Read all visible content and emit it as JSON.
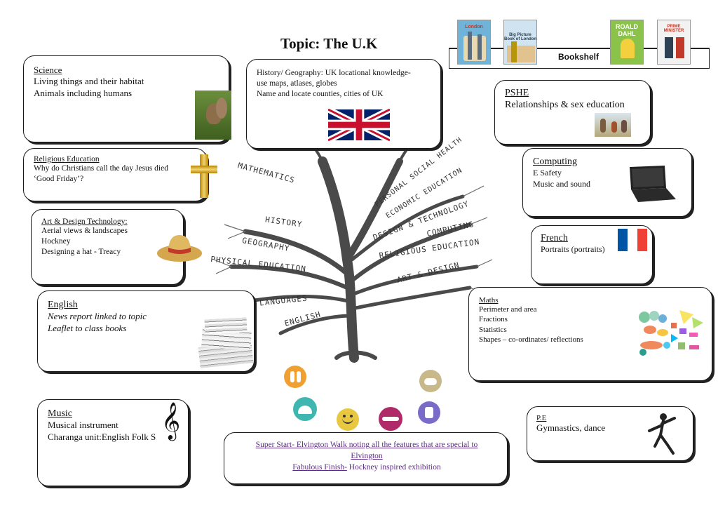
{
  "title": "Topic: The U.K",
  "bookshelf": {
    "label": "Bookshelf",
    "books": [
      {
        "text": "London",
        "color": "#6fb3d9"
      },
      {
        "text": "Big Picture Book of London",
        "color": "#9ec8e0"
      },
      {
        "text": "ROALD DAHL",
        "color": "#8bc34a"
      },
      {
        "text": "PRIME MINISTER",
        "color": "#f2f2f2"
      }
    ]
  },
  "science": {
    "heading": "Science",
    "lines": [
      "Living things and their habitat",
      "Animals including humans"
    ]
  },
  "history": {
    "lines": [
      "History/ Geography: UK locational knowledge-",
      "use maps, atlases, globes",
      "Name and locate counties, cities of UK"
    ]
  },
  "pshe": {
    "heading": "PSHE",
    "lines": [
      "Relationships & sex education"
    ]
  },
  "re": {
    "heading": "Religious Education",
    "lines": [
      "Why do Christians call the day Jesus died",
      "‘Good Friday’?"
    ]
  },
  "computing": {
    "heading": "Computing",
    "lines": [
      "E Safety",
      "Music and sound"
    ]
  },
  "art": {
    "heading": "Art & Design Technology:",
    "lines": [
      "Aerial views & landscapes",
      "Hockney",
      "Designing a hat - Treacy"
    ]
  },
  "french": {
    "heading": "French",
    "lines": [
      "Portraits (portraits)"
    ]
  },
  "english": {
    "heading": "English",
    "lines": [
      "News report linked to topic",
      "Leaflet to class books"
    ]
  },
  "maths": {
    "heading": "Maths",
    "lines": [
      "Perimeter and area",
      "Fractions",
      "Statistics",
      "Shapes – co-ordinates/ reflections"
    ]
  },
  "music": {
    "heading": "Music",
    "lines": [
      "Musical instrument",
      "Charanga unit:English Folk S"
    ]
  },
  "pe": {
    "heading": "P.E",
    "lines": [
      "Gymnastics, dance"
    ]
  },
  "events": {
    "super_label": "Super Start-",
    "super_text": " Elvington Walk noting all the features that are special to",
    "super_text2": "Elvington",
    "finish_label": "Fabulous Finish-",
    "finish_text": "  Hockney inspired exhibition"
  },
  "tree_branches": [
    "MATHEMATICS",
    "HISTORY",
    "GEOGRAPHY",
    "PHYSICAL EDUCATION",
    "LANGUAGES",
    "ENGLISH",
    "PERSONAL SOCIAL HEALTH",
    "ECONOMIC EDUCATION",
    "DESIGN & TECHNOLOGY",
    "COMPUTING",
    "RELIGIOUS EDUCATION",
    "ART & DESIGN"
  ],
  "icons": {
    "treble_clef": "𝄞"
  },
  "colors": {
    "link_purple": "#5b2c83",
    "value_orange": "#f0a030",
    "value_teal": "#3fb7b0",
    "value_yellow": "#e8c840",
    "value_magenta": "#b02a6a",
    "value_purple": "#7a6bc8",
    "value_olive": "#c9b98a"
  }
}
